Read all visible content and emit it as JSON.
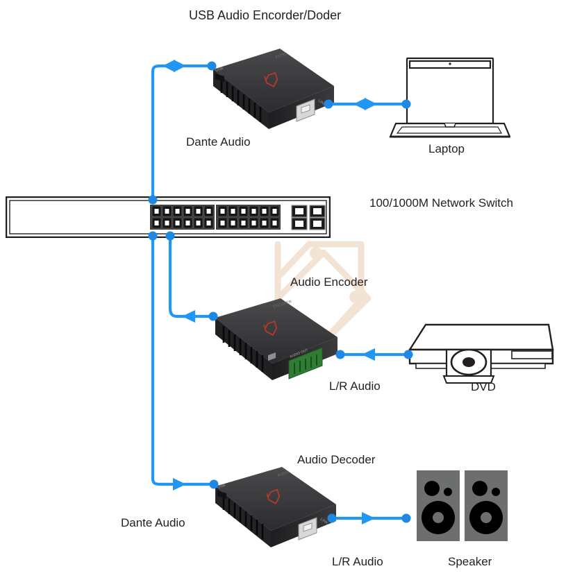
{
  "diagram": {
    "title": "USB Audio Encorder/Doder",
    "background": "#ffffff",
    "wire_color": "#2196f3",
    "node_color": "#1e88e5",
    "watermark_color": "#f2e2d2",
    "labels": {
      "top_title": "USB Audio Encorder/Doder",
      "top_device_port": "Dante Audio",
      "laptop": "Laptop",
      "network_switch": "100/1000M Network Switch",
      "audio_encoder": "Audio Encoder",
      "encoder_port": "L/R Audio",
      "dvd": "DVD",
      "audio_decoder": "Audio Decoder",
      "decoder_dante": "Dante Audio",
      "decoder_port": "L/R Audio",
      "speaker": "Speaker"
    },
    "devices": [
      {
        "id": "usb-audio-encoder-decoder",
        "name": "USB Audio Encorder/Doder",
        "type": "black-box-3d",
        "left_port": "usb",
        "right_port": "rj45",
        "body_color": "#2b2b2d",
        "logo_color": "#c0392b"
      },
      {
        "id": "laptop",
        "name": "Laptop",
        "type": "line-art-laptop",
        "stroke": "#231f20"
      },
      {
        "id": "network-switch",
        "name": "100/1000M Network Switch",
        "type": "rack-switch",
        "rj45_rows": 2,
        "rj45_per_row": 12,
        "rj45_groups": 2,
        "sfp_ports": 4
      },
      {
        "id": "audio-encoder",
        "name": "Audio Encoder",
        "type": "black-box-3d",
        "left_port": "rj45",
        "right_port": "phoenix-terminal",
        "body_color": "#2b2b2d",
        "terminal_color": "#2f7d32"
      },
      {
        "id": "dvd-player",
        "name": "DVD",
        "type": "line-art-dvd",
        "stroke": "#231f20"
      },
      {
        "id": "audio-decoder",
        "name": "Audio Decoder",
        "type": "black-box-3d",
        "left_port": "usb",
        "right_port": "rj45",
        "body_color": "#2b2b2d",
        "logo_color": "#c0392b"
      },
      {
        "id": "speaker-pair",
        "name": "Speaker",
        "type": "speaker-pair",
        "cabinet_color": "#6d6e70",
        "driver_color": "#000000"
      }
    ],
    "connections": [
      {
        "id": "switch-to-usb-encoder",
        "from": "network-switch",
        "to": "usb-audio-encoder-decoder",
        "arrow": "bidirectional",
        "signal": "Dante Audio"
      },
      {
        "id": "usb-encoder-to-laptop",
        "from": "usb-audio-encoder-decoder",
        "to": "laptop",
        "arrow": "bidirectional",
        "signal": "USB"
      },
      {
        "id": "audio-encoder-to-switch",
        "from": "audio-encoder",
        "to": "network-switch",
        "arrow": "left",
        "signal": "Dante Audio"
      },
      {
        "id": "dvd-to-audio-encoder",
        "from": "dvd-player",
        "to": "audio-encoder",
        "arrow": "left",
        "signal": "L/R Audio"
      },
      {
        "id": "switch-to-audio-decoder",
        "from": "network-switch",
        "to": "audio-decoder",
        "arrow": "right",
        "signal": "Dante Audio"
      },
      {
        "id": "audio-decoder-to-speaker",
        "from": "audio-decoder",
        "to": "speaker-pair",
        "arrow": "right",
        "signal": "L/R Audio"
      }
    ]
  }
}
